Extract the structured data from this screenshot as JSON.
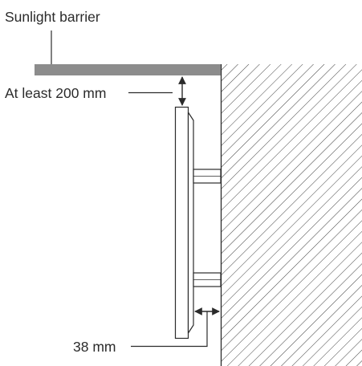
{
  "labels": {
    "sunlight_barrier": "Sunlight barrier",
    "min_clearance": "At least 200 mm",
    "wall_gap": "38 mm"
  },
  "colors": {
    "barrier": "#8c8c8c",
    "line": "#2b2b2b",
    "background": "#ffffff"
  }
}
